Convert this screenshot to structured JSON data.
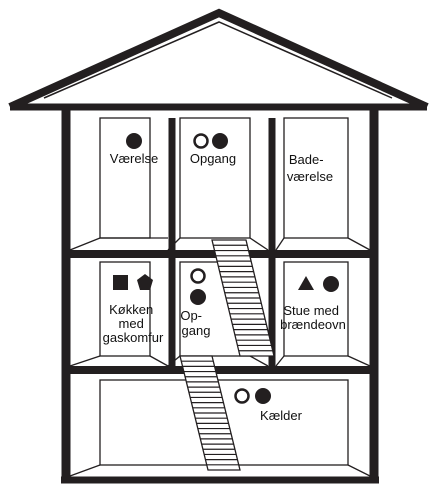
{
  "rooms": {
    "vaerelse": {
      "label": [
        "Værelse"
      ],
      "symbols": [
        "filled-circle"
      ]
    },
    "opgang_upper": {
      "label": [
        "Opgang"
      ],
      "symbols": [
        "open-circle",
        "filled-circle"
      ]
    },
    "badevaerelse": {
      "label": [
        "Bade-",
        "værelse"
      ],
      "symbols": []
    },
    "koekken": {
      "label": [
        "Køkken",
        "med",
        "gaskomfur"
      ],
      "symbols": [
        "filled-square",
        "filled-pentagon"
      ]
    },
    "opgang_middle": {
      "label": [
        "Op-",
        "gang"
      ],
      "symbols": [
        "open-circle",
        "filled-circle"
      ]
    },
    "stue": {
      "label": [
        "Stue med",
        "brændeovn"
      ],
      "symbols": [
        "filled-triangle",
        "filled-circle"
      ]
    },
    "kaelder": {
      "label": [
        "Kælder"
      ],
      "symbols": [
        "open-circle",
        "filled-circle"
      ]
    }
  },
  "colors": {
    "line": "#231f20",
    "fill": "#ffffff"
  }
}
